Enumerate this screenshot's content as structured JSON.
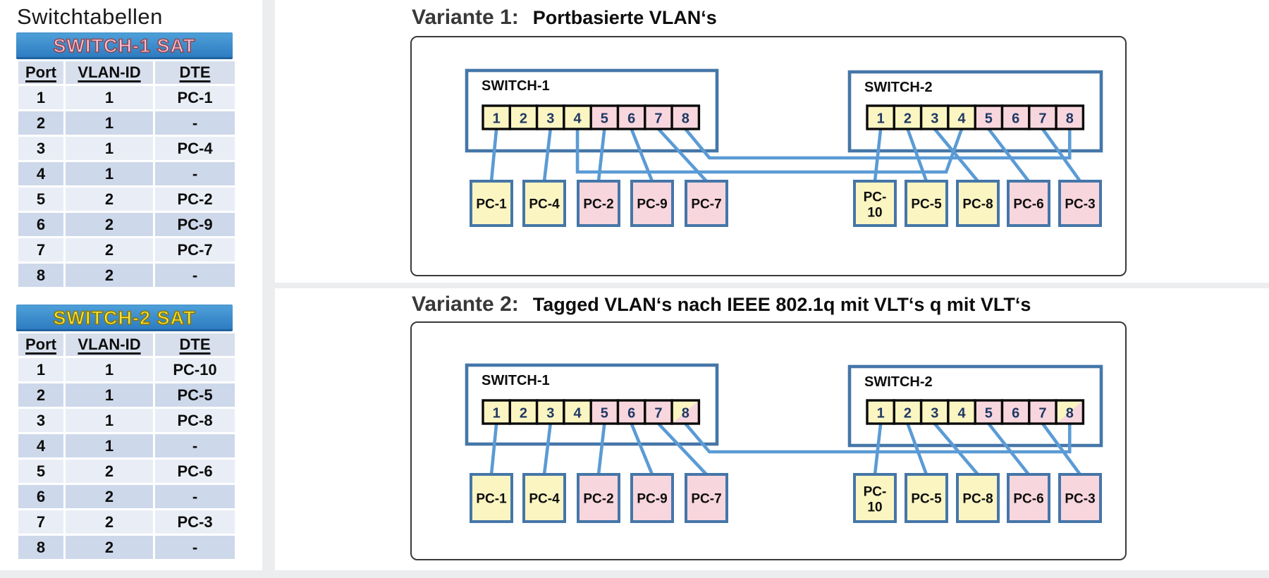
{
  "heading": "Switchtabellen",
  "colors": {
    "vlan1_fill": "#FBF5C2",
    "vlan2_fill": "#F8D6DE",
    "cable_blue": "#5B9BD5",
    "device_border_blue": "#4576A8",
    "port_number_text": "#1F3864",
    "table_bar_blue_top": "#4D9FD8",
    "table_bar_blue_bottom": "#2E7CC1",
    "table_row_light": "#E9EEF6",
    "table_row_dark": "#CDD8EA"
  },
  "tables": [
    {
      "title": "SWITCH-1 SAT",
      "title_color": "#F8C4DA",
      "title_outline": "#92474F",
      "columns": [
        "Port",
        "VLAN-ID",
        "DTE"
      ],
      "rows": [
        [
          "1",
          "1",
          "PC-1"
        ],
        [
          "2",
          "1",
          "-"
        ],
        [
          "3",
          "1",
          "PC-4"
        ],
        [
          "4",
          "1",
          "-"
        ],
        [
          "5",
          "2",
          "PC-2"
        ],
        [
          "6",
          "2",
          "PC-9"
        ],
        [
          "7",
          "2",
          "PC-7"
        ],
        [
          "8",
          "2",
          "-"
        ]
      ]
    },
    {
      "title": "SWITCH-2 SAT",
      "title_color": "#FFE937",
      "title_outline": "#897807",
      "columns": [
        "Port",
        "VLAN-ID",
        "DTE"
      ],
      "rows": [
        [
          "1",
          "1",
          "PC-10"
        ],
        [
          "2",
          "1",
          "PC-5"
        ],
        [
          "3",
          "1",
          "PC-8"
        ],
        [
          "4",
          "1",
          "-"
        ],
        [
          "5",
          "2",
          "PC-6"
        ],
        [
          "6",
          "2",
          "-"
        ],
        [
          "7",
          "2",
          "PC-3"
        ],
        [
          "8",
          "2",
          "-"
        ]
      ]
    }
  ],
  "variants": [
    {
      "title": "Variante 1:",
      "subtitle": "Portbasierte VLAN‘s",
      "switches": [
        {
          "name": "SWITCH-1",
          "ports": [
            {
              "label": "1",
              "vlan": "1"
            },
            {
              "label": "2",
              "vlan": "1"
            },
            {
              "label": "3",
              "vlan": "1"
            },
            {
              "label": "4",
              "vlan": "1"
            },
            {
              "label": "5",
              "vlan": "2"
            },
            {
              "label": "6",
              "vlan": "2"
            },
            {
              "label": "7",
              "vlan": "2"
            },
            {
              "label": "8",
              "vlan": "2"
            }
          ]
        },
        {
          "name": "SWITCH-2",
          "ports": [
            {
              "label": "1",
              "vlan": "1"
            },
            {
              "label": "2",
              "vlan": "1"
            },
            {
              "label": "3",
              "vlan": "1"
            },
            {
              "label": "4",
              "vlan": "1"
            },
            {
              "label": "5",
              "vlan": "2"
            },
            {
              "label": "6",
              "vlan": "2"
            },
            {
              "label": "7",
              "vlan": "2"
            },
            {
              "label": "8",
              "vlan": "2"
            }
          ]
        }
      ],
      "pcs": {
        "left": [
          {
            "label": "PC-1",
            "vlan": "1"
          },
          {
            "label": "PC-4",
            "vlan": "1"
          },
          {
            "label": "PC-2",
            "vlan": "2"
          },
          {
            "label": "PC-9",
            "vlan": "2"
          },
          {
            "label": "PC-7",
            "vlan": "2"
          }
        ],
        "right": [
          {
            "label": "PC-10",
            "vlan": "1"
          },
          {
            "label": "PC-5",
            "vlan": "1"
          },
          {
            "label": "PC-8",
            "vlan": "1"
          },
          {
            "label": "PC-6",
            "vlan": "2"
          },
          {
            "label": "PC-3",
            "vlan": "2"
          }
        ]
      },
      "links": [
        {
          "switch": 0,
          "port": 1,
          "pc": "PC-1"
        },
        {
          "switch": 0,
          "port": 3,
          "pc": "PC-4"
        },
        {
          "switch": 0,
          "port": 5,
          "pc": "PC-2"
        },
        {
          "switch": 0,
          "port": 6,
          "pc": "PC-9"
        },
        {
          "switch": 0,
          "port": 7,
          "pc": "PC-7"
        },
        {
          "switch": 1,
          "port": 1,
          "pc": "PC-10"
        },
        {
          "switch": 1,
          "port": 2,
          "pc": "PC-5"
        },
        {
          "switch": 1,
          "port": 3,
          "pc": "PC-8"
        },
        {
          "switch": 1,
          "port": 5,
          "pc": "PC-6"
        },
        {
          "switch": 1,
          "port": 7,
          "pc": "PC-3"
        }
      ],
      "trunks": [
        {
          "from_switch": 0,
          "from_port": 8,
          "to_switch": 1,
          "to_port": 8,
          "lane": "upper"
        },
        {
          "from_switch": 0,
          "from_port": 4,
          "to_switch": 1,
          "to_port": 4,
          "lane": "lower"
        }
      ]
    },
    {
      "title": "Variante 2:",
      "subtitle": "Tagged VLAN‘s nach IEEE 802.1q mit VLT‘s q mit VLT‘s",
      "switches": [
        {
          "name": "SWITCH-1",
          "ports": [
            {
              "label": "1",
              "vlan": "1"
            },
            {
              "label": "2",
              "vlan": "1"
            },
            {
              "label": "3",
              "vlan": "1"
            },
            {
              "label": "4",
              "vlan": "1"
            },
            {
              "label": "5",
              "vlan": "2"
            },
            {
              "label": "6",
              "vlan": "2"
            },
            {
              "label": "7",
              "vlan": "2"
            },
            {
              "label": "8",
              "vlan": "both"
            }
          ]
        },
        {
          "name": "SWITCH-2",
          "ports": [
            {
              "label": "1",
              "vlan": "1"
            },
            {
              "label": "2",
              "vlan": "1"
            },
            {
              "label": "3",
              "vlan": "1"
            },
            {
              "label": "4",
              "vlan": "1"
            },
            {
              "label": "5",
              "vlan": "2"
            },
            {
              "label": "6",
              "vlan": "2"
            },
            {
              "label": "7",
              "vlan": "2"
            },
            {
              "label": "8",
              "vlan": "both"
            }
          ]
        }
      ],
      "pcs": {
        "left": [
          {
            "label": "PC-1",
            "vlan": "1"
          },
          {
            "label": "PC-4",
            "vlan": "1"
          },
          {
            "label": "PC-2",
            "vlan": "2"
          },
          {
            "label": "PC-9",
            "vlan": "2"
          },
          {
            "label": "PC-7",
            "vlan": "2"
          }
        ],
        "right": [
          {
            "label": "PC-10",
            "vlan": "1"
          },
          {
            "label": "PC-5",
            "vlan": "1"
          },
          {
            "label": "PC-8",
            "vlan": "1"
          },
          {
            "label": "PC-6",
            "vlan": "2"
          },
          {
            "label": "PC-3",
            "vlan": "2"
          }
        ]
      },
      "links": [
        {
          "switch": 0,
          "port": 1,
          "pc": "PC-1"
        },
        {
          "switch": 0,
          "port": 3,
          "pc": "PC-4"
        },
        {
          "switch": 0,
          "port": 5,
          "pc": "PC-2"
        },
        {
          "switch": 0,
          "port": 6,
          "pc": "PC-9"
        },
        {
          "switch": 0,
          "port": 7,
          "pc": "PC-7"
        },
        {
          "switch": 1,
          "port": 1,
          "pc": "PC-10"
        },
        {
          "switch": 1,
          "port": 2,
          "pc": "PC-5"
        },
        {
          "switch": 1,
          "port": 3,
          "pc": "PC-8"
        },
        {
          "switch": 1,
          "port": 5,
          "pc": "PC-6"
        },
        {
          "switch": 1,
          "port": 7,
          "pc": "PC-3"
        }
      ],
      "trunks": [
        {
          "from_switch": 0,
          "from_port": 8,
          "to_switch": 1,
          "to_port": 8,
          "lane": "single"
        }
      ]
    }
  ]
}
